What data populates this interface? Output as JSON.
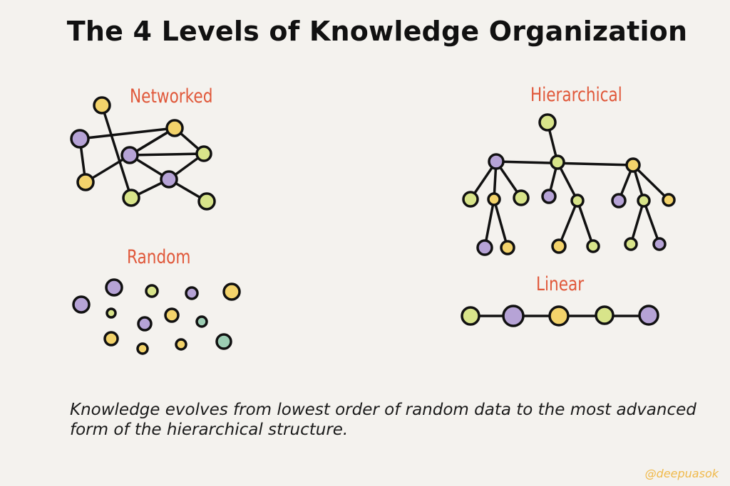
{
  "title": "The 4 Levels of Knowledge Organization",
  "labels": {
    "networked": "Networked",
    "hierarchical": "Hierarchical",
    "random": "Random",
    "linear": "Linear"
  },
  "caption": "Knowledge evolves from lowest order of random data to the most advanced form of the hierarchical structure.",
  "handle": "@deepuasok",
  "colors": {
    "background": "#f4f2ee",
    "label": "#e0583a",
    "handle": "#f0b94a",
    "yellow": "#f3d36b",
    "purple": "#b6a3d6",
    "green": "#d8e48a",
    "teal": "#9ccdb3",
    "stroke": "#111111"
  }
}
